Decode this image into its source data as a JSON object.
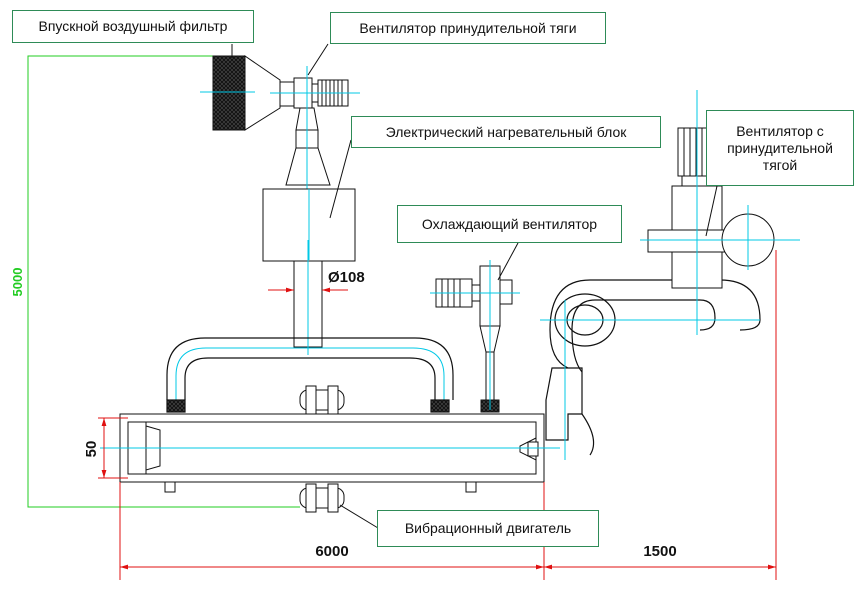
{
  "labels": {
    "intake_filter": "Впускной воздушный фильтр",
    "forced_draft_fan": "Вентилятор принудительной тяги",
    "heater_block": "Электрический нагревательный блок",
    "cooling_fan": "Охлаждающий вентилятор",
    "draft_fan_right": "Вентилятор с принудительной тягой",
    "vibration_motor": "Вибрационный двигатель"
  },
  "dimensions": {
    "height": "5000",
    "diameter": "Ø108",
    "box_height": "50",
    "length_main": "6000",
    "length_ext": "1500"
  },
  "colors": {
    "callout_border": "#2e8b57",
    "leader": "#111111",
    "centerline": "#00c8e6",
    "dimension": "#e01010",
    "height_dim": "#22cc22"
  }
}
